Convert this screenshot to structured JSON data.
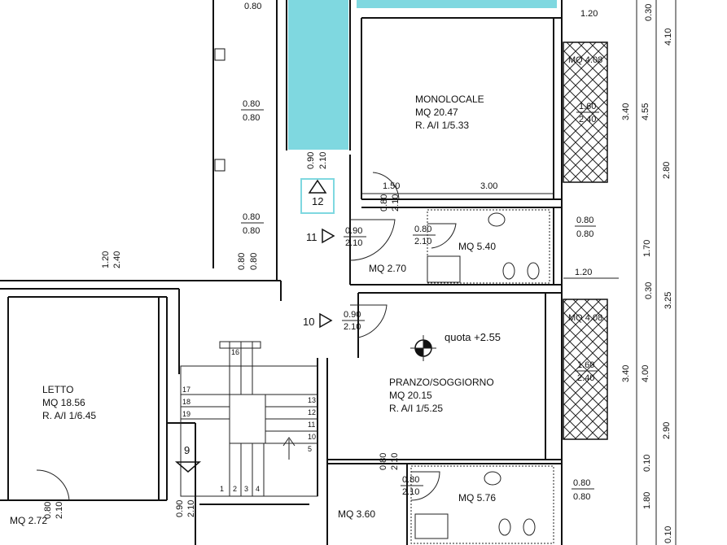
{
  "colors": {
    "stairwell_fill": "#7fd8e0",
    "ink": "#111111"
  },
  "rooms": {
    "monolocale": {
      "name": "MONOLOCALE",
      "area": "MQ 20.47",
      "ratio": "R. A/I 1/5.33"
    },
    "pranzo": {
      "name": "PRANZO/SOGGIORNO",
      "area": "MQ 20.15",
      "ratio": "R. A/I 1/5.25"
    },
    "letto": {
      "name": "LETTO",
      "area": "MQ 18.56",
      "ratio": "R. A/I 1/6.45"
    },
    "bath1": {
      "area": "MQ 5.40"
    },
    "bath2": {
      "area": "MQ 5.76"
    },
    "closet1": {
      "area": "MQ 2.70"
    },
    "closet2": {
      "area": "MQ 3.60"
    },
    "small_left": {
      "area": "MQ 2.72"
    },
    "balcony1": {
      "area": "MQ 4.08"
    },
    "balcony2": {
      "area": "MQ 4.08"
    }
  },
  "quota": "quota +2.55",
  "markers": {
    "m12": "12",
    "m11": "11",
    "m10": "10",
    "m9": "9"
  },
  "dims": {
    "d_080_top": "0.80",
    "d_080_a1": "0.80",
    "d_080_a2": "0.80",
    "d_080_b1": "0.80",
    "d_080_b2": "0.80",
    "d_120_top": "1.20",
    "d_150": "1.50",
    "d_300": "3.00",
    "d_080_c1": "0.80",
    "d_080_c2": "0.80",
    "d_120_mid": "1.20",
    "d_090_11": "0.90",
    "d_210_11": "2.10",
    "d_080_12a": "0.80",
    "d_210_12a": "2.10",
    "d_090_10": "0.90",
    "d_210_10": "2.10",
    "d_080_bot": "0.80",
    "d_210_bot": "2.10",
    "d_080_e1": "0.80",
    "d_080_e2": "0.80",
    "d_160_1": "1.60",
    "d_240_1": "2.40",
    "d_160_2": "1.60",
    "d_240_2": "2.40",
    "v_120": "1.20",
    "v_240": "2.40",
    "v_080_a": "0.80",
    "v_080_b": "0.80",
    "v_090": "0.90",
    "v_210": "2.10",
    "v_080_door": "0.80",
    "v_210_door": "2.10",
    "v_080_lower": "0.80",
    "v_210_lower": "2.10",
    "v_090_bot": "0.90",
    "v_210_bot": "2.10",
    "v_080_left": "0.80",
    "v_210_left": "2.10",
    "r_030": "0.30",
    "r_410": "4.10",
    "r_340a": "3.40",
    "r_455": "4.55",
    "r_280": "2.80",
    "r_170": "1.70",
    "r_030b": "0.30",
    "r_325": "3.25",
    "r_340b": "3.40",
    "r_400": "4.00",
    "r_290": "2.90",
    "r_010": "0.10",
    "r_180": "1.80",
    "r_010b": "0.10",
    "stair_16": "16",
    "stair_17": "17",
    "stair_18": "18",
    "stair_19": "19",
    "stair_13": "13",
    "stair_12": "12",
    "stair_11": "11",
    "stair_10": "10",
    "stair_2": "2",
    "stair_3": "3",
    "stair_4": "4",
    "stair_5": "5",
    "stair_1": "1"
  }
}
